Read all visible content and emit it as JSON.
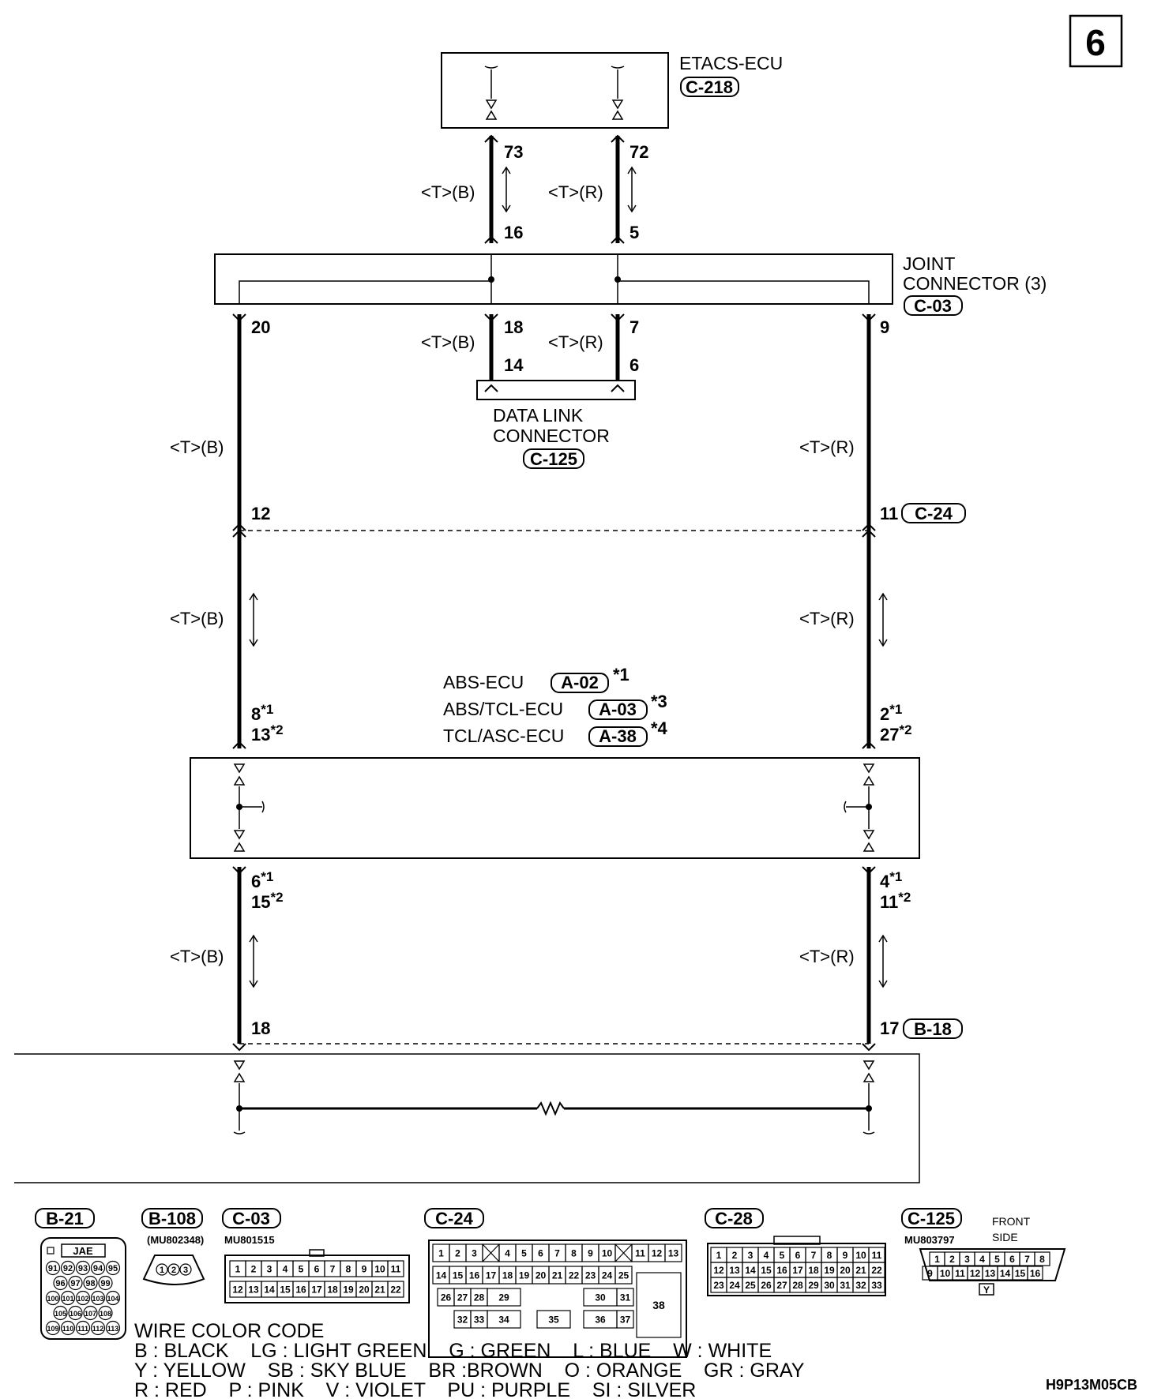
{
  "page_number": "6",
  "etacs": {
    "name": "ETACS-ECU",
    "code": "C-218",
    "pin_left": "73",
    "pin_right": "72"
  },
  "wire_b": "<T>(B)",
  "wire_r": "<T>(R)",
  "joint": {
    "line1": "JOINT",
    "line2": "CONNECTOR (3)",
    "code": "C-03",
    "pin_top_left": "16",
    "pin_top_right": "5",
    "pin_mid_left": "18",
    "pin_mid_right": "7",
    "pin_out_left": "20",
    "pin_out_right": "9"
  },
  "dlc": {
    "line1": "DATA LINK",
    "line2": "CONNECTOR",
    "code": "C-125",
    "pin_left": "14",
    "pin_right": "6"
  },
  "inline1": {
    "pin_left": "12",
    "pin_right": "11",
    "code": "C-24"
  },
  "abs": {
    "rows": [
      {
        "name": "ABS-ECU",
        "code": "A-02",
        "note": "*1"
      },
      {
        "name": "ABS/TCL-ECU",
        "code": "A-03",
        "note": "*3"
      },
      {
        "name": "TCL/ASC-ECU",
        "code": "A-38",
        "note": "*4"
      }
    ],
    "top_left_1": "8",
    "top_left_1n": "*1",
    "top_left_2": "13",
    "top_left_2n": "*2",
    "top_right_1": "2",
    "top_right_1n": "*1",
    "top_right_2": "27",
    "top_right_2n": "*2",
    "bot_left_1": "6",
    "bot_left_1n": "*1",
    "bot_left_2": "15",
    "bot_left_2n": "*2",
    "bot_right_1": "4",
    "bot_right_1n": "*1",
    "bot_right_2": "11",
    "bot_right_2n": "*2"
  },
  "inline2": {
    "pin_left": "18",
    "pin_right": "17",
    "code": "B-18"
  },
  "connectors": {
    "b21": {
      "code": "B-21",
      "maker": "JAE",
      "rows": [
        [
          "91",
          "92",
          "93",
          "94",
          "95"
        ],
        [
          "96",
          "97",
          "98",
          "99"
        ],
        [
          "100",
          "101",
          "102",
          "103",
          "104"
        ],
        [
          "105",
          "106",
          "107",
          "108"
        ],
        [
          "109",
          "110",
          "111",
          "112",
          "113"
        ]
      ]
    },
    "b108": {
      "code": "B-108",
      "part": "(MU802348)",
      "pins": [
        "1",
        "2",
        "3"
      ]
    },
    "c03": {
      "code": "C-03",
      "part": "MU801515",
      "row1": [
        "1",
        "2",
        "3",
        "4",
        "5",
        "6",
        "7",
        "8",
        "9",
        "10",
        "11"
      ],
      "row2": [
        "12",
        "13",
        "14",
        "15",
        "16",
        "17",
        "18",
        "19",
        "20",
        "21",
        "22"
      ]
    },
    "c24": {
      "code": "C-24",
      "row1": [
        "1",
        "2",
        "3",
        "",
        "4",
        "5",
        "6",
        "7",
        "8",
        "9",
        "10",
        "",
        "11",
        "12",
        "13"
      ],
      "row2": [
        "14",
        "15",
        "16",
        "17",
        "18",
        "19",
        "20",
        "21",
        "22",
        "23",
        "24",
        "25"
      ],
      "row3": [
        "26",
        "27",
        "28",
        "29",
        "30",
        "31"
      ],
      "row4": [
        "32",
        "33",
        "34",
        "35",
        "36",
        "37"
      ],
      "big": "38"
    },
    "c28": {
      "code": "C-28",
      "row1": [
        "1",
        "2",
        "3",
        "4",
        "5",
        "6",
        "7",
        "8",
        "9",
        "10",
        "11"
      ],
      "row2": [
        "12",
        "13",
        "14",
        "15",
        "16",
        "17",
        "18",
        "19",
        "20",
        "21",
        "22"
      ],
      "row3": [
        "23",
        "24",
        "25",
        "26",
        "27",
        "28",
        "29",
        "30",
        "31",
        "32",
        "33"
      ]
    },
    "c125": {
      "code": "C-125",
      "part": "MU803797",
      "side_line1": "FRONT",
      "side_line2": "SIDE",
      "row1": [
        "1",
        "2",
        "3",
        "4",
        "5",
        "6",
        "7",
        "8"
      ],
      "row2": [
        "9",
        "10",
        "11",
        "12",
        "13",
        "14",
        "15",
        "16"
      ],
      "color": "Y"
    }
  },
  "legend": {
    "title": "WIRE COLOR CODE",
    "line1": "B : BLACK    LG : LIGHT GREEN    G : GREEN    L : BLUE    W : WHITE",
    "line2": "Y : YELLOW    SB : SKY BLUE    BR :BROWN    O : ORANGE    GR : GRAY",
    "line3": "R : RED    P : PINK    V : VIOLET    PU : PURPLE    SI : SILVER"
  },
  "figure_code": "H9P13M05CB"
}
